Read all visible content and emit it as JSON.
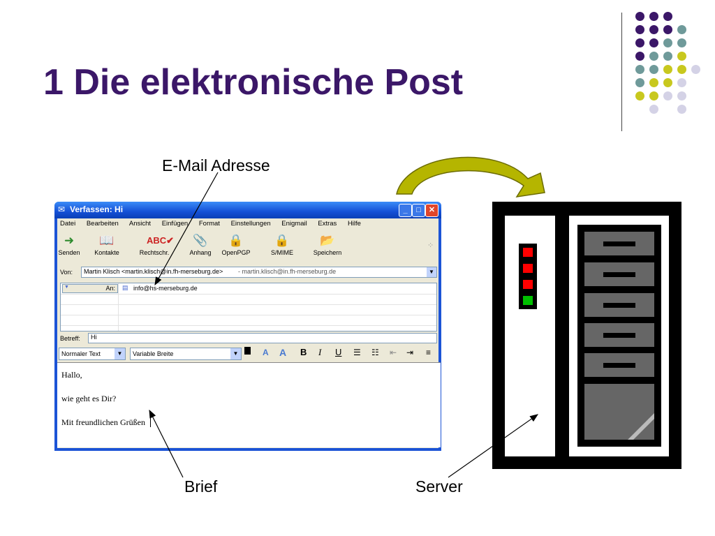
{
  "slide": {
    "title": "1 Die elektronische Post"
  },
  "labels": {
    "email": "E-Mail Adresse",
    "letter": "Brief",
    "server": "Server"
  },
  "window": {
    "title": "Verfassen: Hi",
    "menu": [
      "Datei",
      "Bearbeiten",
      "Ansicht",
      "Einfügen",
      "Format",
      "Einstellungen",
      "Enigmail",
      "Extras",
      "Hilfe"
    ],
    "toolbar": [
      "Senden",
      "Kontakte",
      "Rechtschr.",
      "Anhang",
      "OpenPGP",
      "S/MIME",
      "Speichern"
    ],
    "from_label": "Von:",
    "from_value": "Martin Klisch <martin.klisch@in.fh-merseburg.de>",
    "from_extra": "- martin.klisch@in.fh-merseburg.de",
    "to_label": "An:",
    "to_value": "info@hs-merseburg.de",
    "subject_label": "Betreff:",
    "subject_value": "Hi",
    "format_style": "Normaler Text",
    "format_font": "Variable Breite",
    "body": [
      "Hallo,",
      "wie geht es Dir?",
      "Mit freundlichen Grüßen"
    ]
  },
  "colors": {
    "title": "#3b1768",
    "dot_purple": "#3b1768",
    "dot_teal": "#6f9a9a",
    "dot_yellow": "#c8c81e",
    "dot_lavender": "#d4d2e6",
    "arrow": "#b5b500",
    "led_red": "#ff0000",
    "led_green": "#00c000"
  }
}
